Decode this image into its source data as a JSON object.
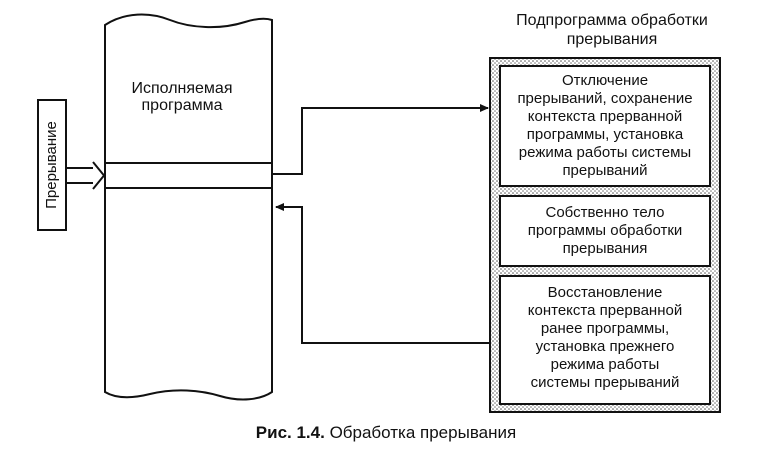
{
  "interrupt_label": "Прерывание",
  "program_label": [
    "Исполняемая",
    "программа"
  ],
  "subroutine_title": [
    "Подпрограмма обработки",
    "прерывания"
  ],
  "blocks": [
    {
      "lines": [
        "Отключение",
        "прерываний, сохранение",
        "контекста прерванной",
        "программы, установка",
        "режима работы системы",
        "прерываний"
      ]
    },
    {
      "lines": [
        "Собственно тело",
        "программы обработки",
        "прерывания"
      ]
    },
    {
      "lines": [
        "Восстановление",
        "контекста прерванной",
        "ранее программы,",
        "установка прежнего",
        "режима работы",
        "системы прерываний"
      ]
    }
  ],
  "caption": {
    "prefix": "Рис. 1.4.",
    "text": "Обработка прерывания"
  }
}
